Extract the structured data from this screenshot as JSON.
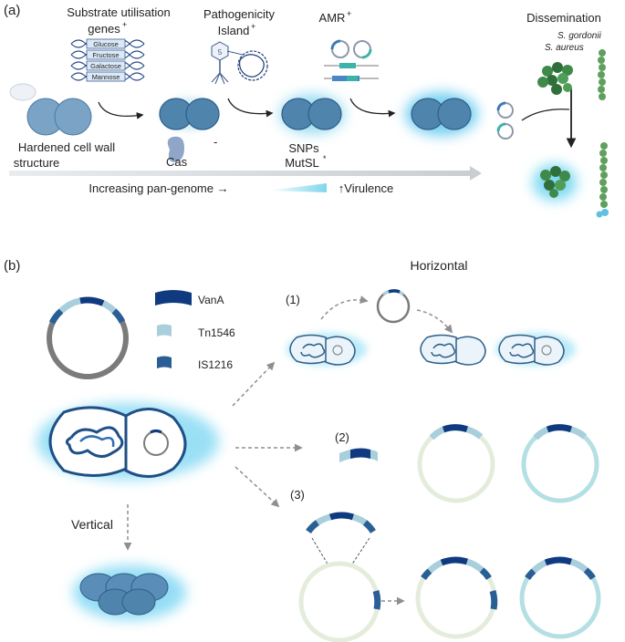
{
  "panel_a": {
    "label": "(a)",
    "substrate_title_1": "Substrate utilisation",
    "substrate_title_2": "genes",
    "sugars": [
      "Glucose",
      "Fructose",
      "Galactose",
      "Mannose"
    ],
    "pathogenicity_1": "Pathogenicity",
    "pathogenicity_2": "Island",
    "amr": "AMR",
    "sup_plus": "+",
    "dissemination": "Dissemination",
    "s_gordonii": "S. gordonii",
    "s_aureus": "S. aureus",
    "hardened_1": "Hardened cell wall",
    "hardened_2": "structure",
    "cas": "Cas",
    "cas_sup": "-",
    "snps": "SNPs",
    "mutsl": "MutSL",
    "mutsl_sup": "*",
    "pangenome": "Increasing pan-genome →",
    "virulence": "↑Virulence"
  },
  "panel_b": {
    "label": "(b)",
    "horizontal": "Horizontal",
    "vertical": "Vertical",
    "legend": [
      {
        "name": "VanA",
        "color": "#0f3a7f"
      },
      {
        "name": "Tn1546",
        "color": "#a9cfdc"
      },
      {
        "name": "IS1216",
        "color": "#2a5f96"
      }
    ],
    "step1": "(1)",
    "step2": "(2)",
    "step3": "(3)"
  }
}
